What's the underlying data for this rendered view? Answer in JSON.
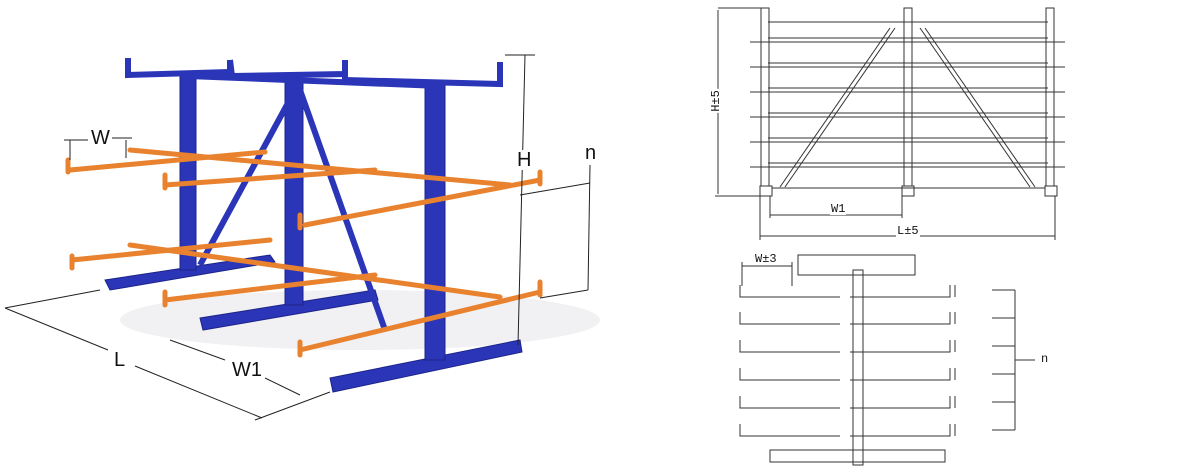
{
  "iso_view": {
    "labels": {
      "W": "W",
      "W1": "W1",
      "L": "L",
      "H": "H",
      "n": "n"
    },
    "colors": {
      "frame": "#2B35B8",
      "frame_dark": "#1C2488",
      "arms": "#E8822E",
      "dimension_lines": "#222222"
    }
  },
  "front_view": {
    "labels": {
      "height": "H±5",
      "width1": "W1",
      "length": "L±5"
    },
    "levels": 6,
    "columns": 3
  },
  "side_view": {
    "labels": {
      "arm_width": "W±3",
      "levels": "n"
    },
    "levels": 6
  }
}
